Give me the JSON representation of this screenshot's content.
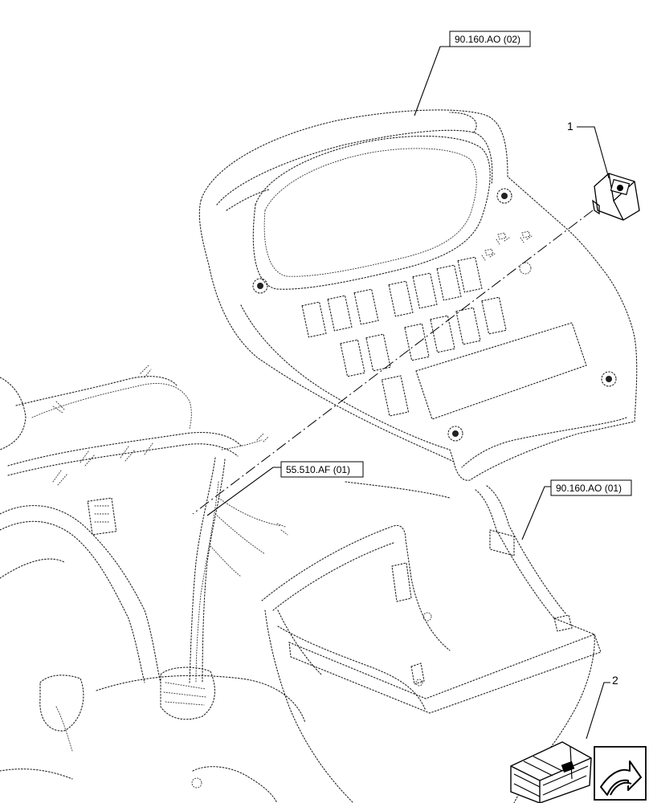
{
  "references": {
    "top": "90.160.AO (02)",
    "harness": "55.510.AF (01)",
    "lower": "90.160.AO (01)"
  },
  "callouts": {
    "item1": "1",
    "item2": "2"
  },
  "icons": {
    "kit": "parts-kit-crate-icon",
    "navigate": "navigation-arrow-icon"
  }
}
